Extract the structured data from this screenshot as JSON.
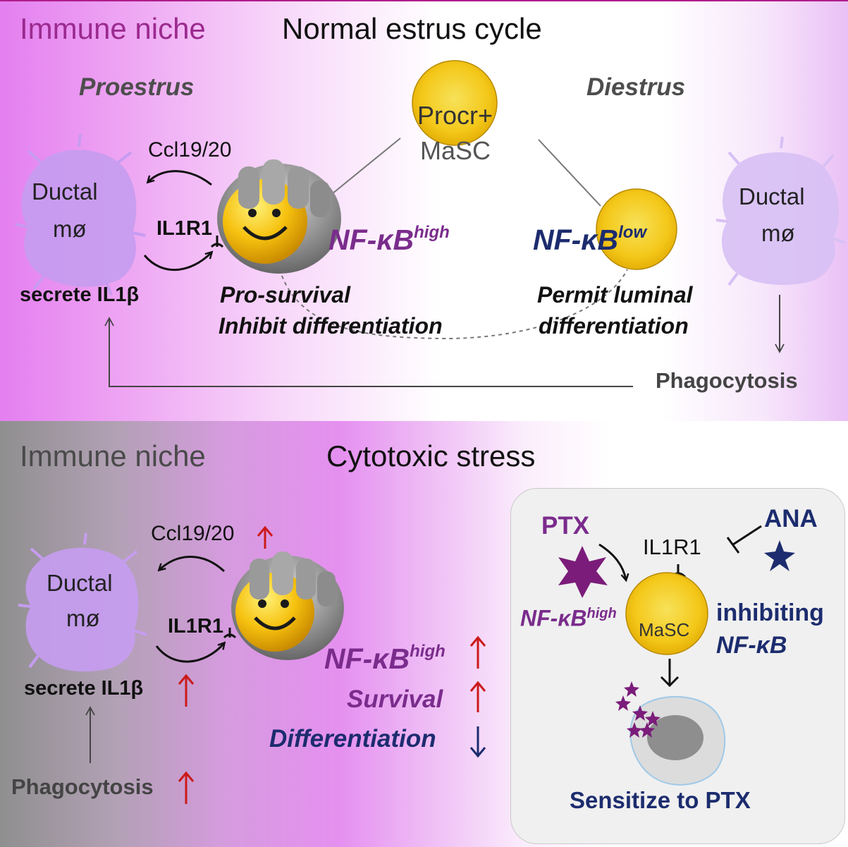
{
  "colors": {
    "magenta_title": "#9b2a8f",
    "purple_text": "#7a2c8c",
    "navy_text": "#1c2c6e",
    "up_arrow": "#cc1a1a",
    "down_arrow": "#1c2c6e",
    "macrophage": "#c99bf0",
    "masc_yellow": "#f5c518"
  },
  "icons": [
    "macrophage-cell-icon",
    "stem-cell-icon",
    "stress-ball-icon",
    "drug-star-icon",
    "dying-cell-icon",
    "inhibition-arrow-icon"
  ],
  "top": {
    "niche_title": "Immune niche",
    "condition_title": "Normal estrus cycle",
    "phase_left": "Proestrus",
    "phase_right": "Diestrus",
    "masc_label_line1": "Procr+",
    "masc_label_line2": "MaSC",
    "chemokine": "Ccl19/20",
    "macrophage_left_line1": "Ductal",
    "macrophage_left_line2": "mø",
    "macrophage_right_line1": "Ductal",
    "macrophage_right_line2": "mø",
    "receptor": "IL1R1",
    "nfkb_high_main": "NF-κB",
    "nfkb_high_sup": "high",
    "nfkb_low_main": "NF-κB",
    "nfkb_low_sup": "low",
    "secrete": "secrete IL1β",
    "effect_left_line1": "Pro-survival",
    "effect_left_line2": "Inhibit differentiation",
    "effect_right_line1": "Permit luminal",
    "effect_right_line2": "differentiation",
    "phagocytosis": "Phagocytosis"
  },
  "bottom": {
    "niche_title": "Immune niche",
    "condition_title": "Cytotoxic stress",
    "chemokine": "Ccl19/20",
    "macrophage_line1": "Ductal",
    "macrophage_line2": "mø",
    "receptor": "IL1R1",
    "secrete": "secrete IL1β",
    "phagocytosis": "Phagocytosis",
    "nfkb_main": "NF-κB",
    "nfkb_sup": "high",
    "survival": "Survival",
    "differentiation": "Differentiation",
    "box": {
      "drug_left": "PTX",
      "drug_right": "ANA",
      "receptor": "IL1R1",
      "nfkb_main": "NF-κB",
      "nfkb_sup": "high",
      "masc_label": "MaSC",
      "inhibiting_line1": "inhibiting",
      "inhibiting_line2": "NF-κB",
      "outcome": "Sensitize to PTX"
    }
  }
}
